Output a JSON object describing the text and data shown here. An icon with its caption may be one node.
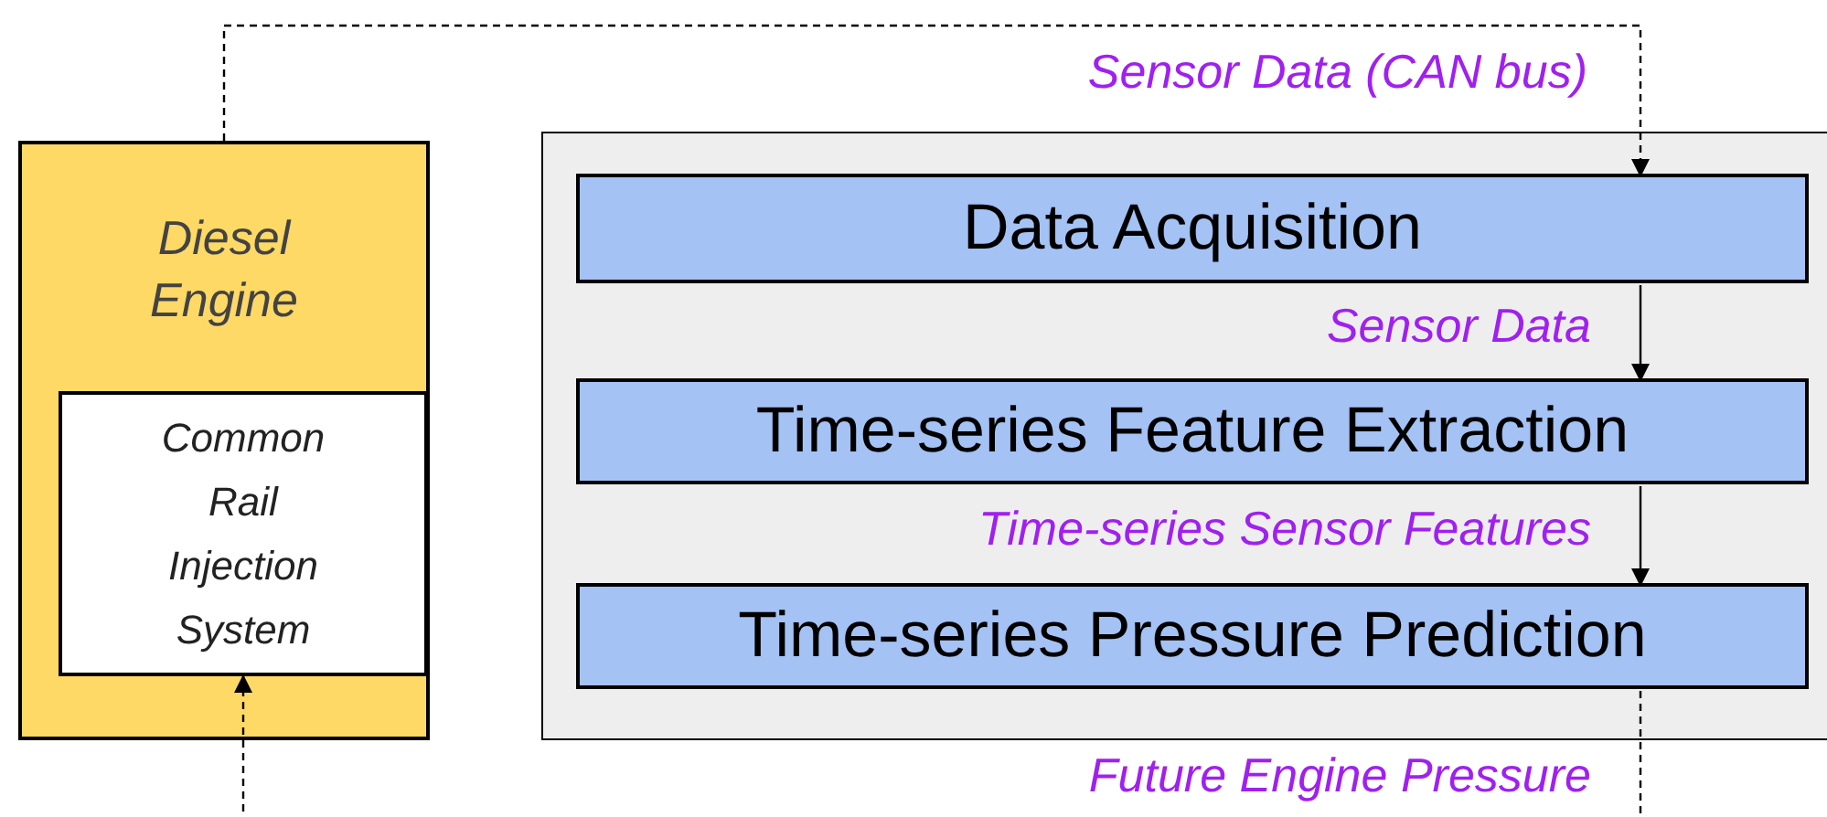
{
  "diagram": {
    "nodes": [
      {
        "text": [
          "Diesel Engine"
        ]
      },
      {
        "text": [
          "Common Rail Injection System"
        ],
        "in": 0
      },
      {
        "text": [],
        "shape": "box"
      },
      {
        "text": [
          "Data Acquisition"
        ],
        "in": 2
      },
      {
        "text": [
          "Time-series Feature Extraction"
        ],
        "in": 2
      },
      {
        "text": [
          "Time-series Pressure Prediction"
        ],
        "in": 2
      }
    ],
    "edges": [
      {
        "from": 0,
        "to": 3,
        "arrow": "to",
        "label": "Sensor Data (CAN bus)",
        "style": "dashed"
      },
      {
        "from": 3,
        "to": 4,
        "arrow": "to",
        "label": "Sensor Data"
      },
      {
        "from": 4,
        "to": 5,
        "arrow": "to",
        "label": "Time-series Sensor Features"
      },
      {
        "from": 5,
        "to": 1,
        "arrow": "to",
        "label": "Future Engine Pressure",
        "style": "dashed"
      }
    ]
  }
}
